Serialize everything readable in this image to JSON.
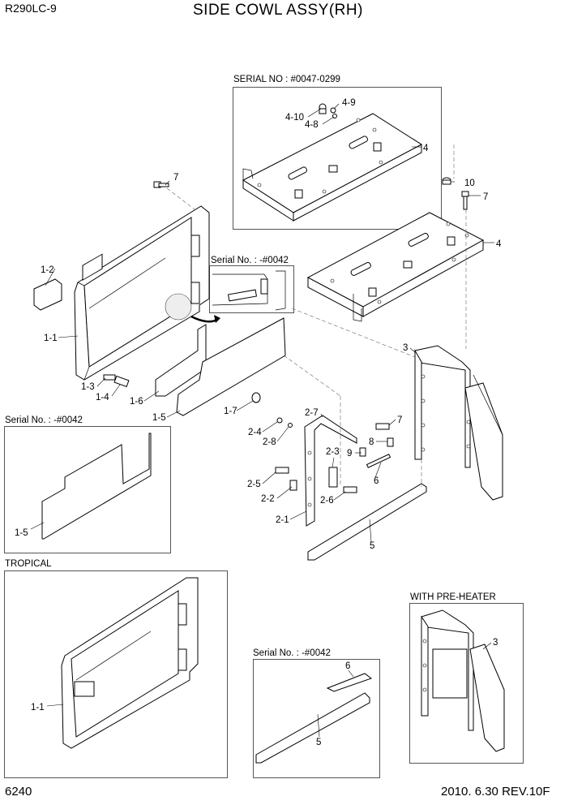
{
  "header": {
    "model": "R290LC-9",
    "title": "SIDE COWL ASSY(RH)"
  },
  "footer": {
    "page": "6240",
    "revision": "2010. 6.30  REV.10F"
  },
  "insets": {
    "serial_top": "SERIAL NO : #0047-0299",
    "serial_door": "Serial No. : -#0042",
    "serial_panel": "Serial No. : -#0042",
    "tropical": "TROPICAL",
    "pre_heater": "WITH PRE-HEATER",
    "serial_bottom": "Serial No. : -#0042"
  },
  "parts": {
    "p4_9": "4-9",
    "p4_10": "4-10",
    "p4_8": "4-8",
    "p4_top": "4",
    "p7_top": "7",
    "p10": "10",
    "p7_right": "7",
    "p4_mid": "4",
    "p1_2": "1-2",
    "p1_1": "1-1",
    "p1_3": "1-3",
    "p1_4": "1-4",
    "p1_6": "1-6",
    "p1_5": "1-5",
    "p1_7": "1-7",
    "p3": "3",
    "p2_7": "2-7",
    "p2_4": "2-4",
    "p2_8": "2-8",
    "p2_3": "2-3",
    "p2_5": "2-5",
    "p2_2": "2-2",
    "p2_6": "2-6",
    "p2_1": "2-1",
    "p7_mid": "7",
    "p8": "8",
    "p9": "9",
    "p6": "6",
    "p5": "5",
    "p1_5_inset": "1-5",
    "p1_1_trop": "1-1",
    "p3_pre": "3",
    "p6_bottom": "6",
    "p5_bottom": "5"
  }
}
